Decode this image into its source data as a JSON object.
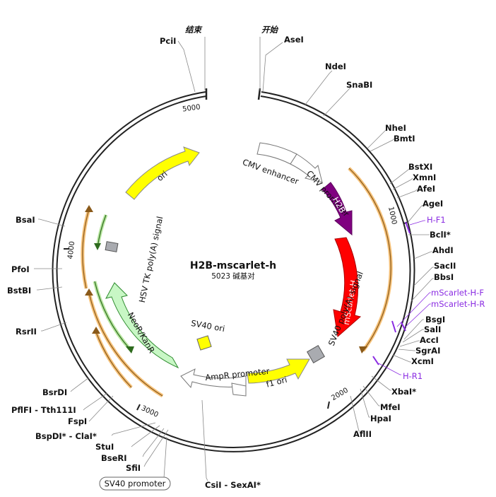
{
  "title": "H2B-mscarlet-h",
  "subtitle": "5023 碱基对",
  "origin_labels": {
    "start": "开始",
    "end": "结束"
  },
  "ticks": [
    "1000",
    "2000",
    "3000",
    "4000",
    "5000"
  ],
  "features": [
    {
      "name": "CMV enhancer",
      "color": "#ffffff"
    },
    {
      "name": "CMV promoter",
      "color": "#ffffff"
    },
    {
      "name": "H2B",
      "color": "#800080"
    },
    {
      "name": "mScarlet-H",
      "color": "#ff0000"
    },
    {
      "name": "SV40 poly(A) signal",
      "color": "#a9abb0"
    },
    {
      "name": "f1 ori",
      "color": "#ffff00"
    },
    {
      "name": "AmpR promoter",
      "color": "#ffffff"
    },
    {
      "name": "SV40 ori",
      "color": "#ffff00"
    },
    {
      "name": "NeoR/KanR",
      "color": "#c8f7c5"
    },
    {
      "name": "HSV TK poly(A) signal",
      "color": "#a9abb0"
    },
    {
      "name": "ori",
      "color": "#ffff00"
    }
  ],
  "sites": [
    "AseI",
    "NdeI",
    "SnaBI",
    "NheI",
    "BmtI",
    "BstXI",
    "XmnI",
    "AfeI",
    "AgeI",
    "BclI*",
    "AhdI",
    "SacII",
    "BbsI",
    "BsgI",
    "SalI",
    "AccI",
    "SgrAI",
    "XcmI",
    "XbaI*",
    "MfeI",
    "HpaI",
    "AflII",
    "CsiI - SexAI*",
    "SfiI",
    "BseRI",
    "StuI",
    "BspDI* - ClaI*",
    "FspI",
    "PflFI - Tth111I",
    "BsrDI",
    "RsrII",
    "BstBI",
    "PfoI",
    "BsaI",
    "PciI"
  ],
  "primers": [
    "H-F1",
    "mScarlet-H-F",
    "mScarlet-H-R",
    "H-R1"
  ],
  "boxed_label": "SV40 promoter"
}
